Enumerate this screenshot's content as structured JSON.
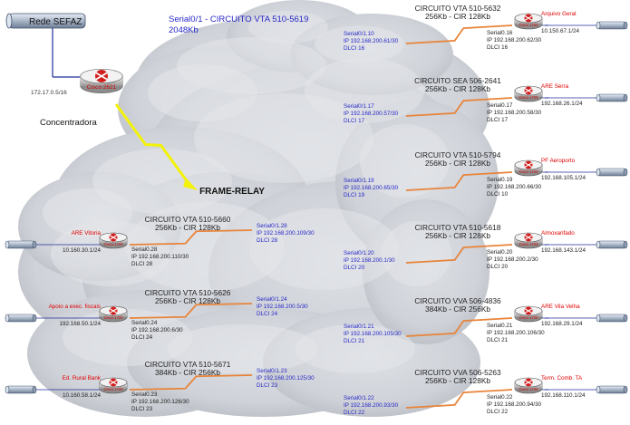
{
  "header": {
    "link_name": "Serial0/1 - CIRCUITO VTA 510-5619",
    "link_speed": "2048Kb"
  },
  "colors": {
    "cloud": "#cdd0d6",
    "router_body": "#ececec",
    "router_label": "#d40000",
    "site_label": "#e00000",
    "blue_text": "#2828c8",
    "black_text": "#222222",
    "circuit_bolt": "#e8843a",
    "uplink_bolt": "#f2f20a",
    "backbone_line": "#1f2f9a"
  },
  "icons": {
    "router": "router-icon",
    "network_segment": "network-cylinder-icon",
    "frame_relay_link": "lightning-bolt-icon"
  },
  "network": {
    "name": "Rede SEFAZ",
    "hub_ip": "172.17.0.5/16",
    "hub_model": "Cisco 2621",
    "hub_role": "Concentradora",
    "cloud_label": "FRAME-RELAY"
  },
  "remotes": [
    {
      "site": "Arquivo Geral",
      "circuit": "CIRCUITO VTA 510-5632",
      "speed": "256Kb - CIR 128Kb",
      "hub_if": "Serial0/1.10",
      "hub_ip": "IP 192.168.200.61/30",
      "hub_dlci": "DLCI 16",
      "rem_if": "Serial0.16",
      "rem_ip": "IP 192.168.200.62/30",
      "rem_dlci": "DLCI 16",
      "lan": "10.150.67.1/24",
      "router": "Cisco 1720"
    },
    {
      "site": "ARE Serra",
      "circuit": "CIRCUITO SEA 506-2641",
      "speed": "256Kb - CIR 128Kb",
      "hub_if": "Serial0/1.17",
      "hub_ip": "IP 192.168.200.57/30",
      "hub_dlci": "DLCI 17",
      "rem_if": "Serial0.17",
      "rem_ip": "IP 192.168.200.58/30",
      "rem_dlci": "DLCI 17",
      "lan": "192.168.26.1/24",
      "router": "Cisco 1720"
    },
    {
      "site": "PF Aeroporto",
      "circuit": "CIRCUITO VTA 510-5794",
      "speed": "256Kb - CIR 128Kb",
      "hub_if": "Serial0/1.19",
      "hub_ip": "IP 192.168.200.65/30",
      "hub_dlci": "DLCI 19",
      "rem_if": "Serial0.19",
      "rem_ip": "IP 192.168.200.66/30",
      "rem_dlci": "DLCI 10",
      "lan": "192.168.105.1/24",
      "router": "Cisco 1720"
    },
    {
      "site": "Almoxarifado",
      "circuit": "CIRCUITO VTA 510-5618",
      "speed": "256Kb - CIR 128Kb",
      "hub_if": "Serial0/1.20",
      "hub_ip": "IP 192.168.200.1/30",
      "hub_dlci": "DLCI 20",
      "rem_if": "Serial0.20",
      "rem_ip": "IP 192.168.200.2/30",
      "rem_dlci": "DLCI 20",
      "lan": "192.168.143.1/24",
      "router": "Cisco 1720"
    },
    {
      "site": "ARE Vila Velha",
      "circuit": "CIRCUITO VVA 506-4836",
      "speed": "384Kb - CIR 256Kb",
      "hub_if": "Serial0/1.21",
      "hub_ip": "IP 192.168.200.105/30",
      "hub_dlci": "DLCI 21",
      "rem_if": "Serial0.21",
      "rem_ip": "IP 192.168.200.106/30",
      "rem_dlci": "DLCI 21",
      "lan": "192.168.29.1/24",
      "router": "Cisco 1720"
    },
    {
      "site": "Term. Comb. TA",
      "circuit": "CIRCUITO VVA 506-5263",
      "speed": "256Kb - CIR 128Kb",
      "hub_if": "Serial0/1.22",
      "hub_ip": "IP 192.168.200.93/30",
      "hub_dlci": "DLCI 22",
      "rem_if": "Serial0.22",
      "rem_ip": "IP 192.168.200.94/30",
      "rem_dlci": "DLCI 22",
      "lan": "192.168.110.1/24",
      "router": "Cisco 1720"
    },
    {
      "site": "ARE Vitoria",
      "circuit": "CIRCUITO VTA 510-5660",
      "speed": "256Kb - CIR 128Kb",
      "hub_if": "Serial0/1.28",
      "hub_ip": "IP 192.168.200.109/30",
      "hub_dlci": "DLCI 28",
      "rem_if": "Serial0.28",
      "rem_ip": "IP 192.168.200.110/30",
      "rem_dlci": "DLCI 28",
      "lan": "10.160.30.1/24",
      "router": "Cisco 1720"
    },
    {
      "site": "Apoio a exec. fiscais",
      "circuit": "CIRCUITO VTA 510-5626",
      "speed": "256Kb - CIR 128Kb",
      "hub_if": "Serial0/1.24",
      "hub_ip": "IP 192.168.200.5/30",
      "hub_dlci": "DLCI 24",
      "rem_if": "Serial0.24",
      "rem_ip": "IP 192.168.200.6/30",
      "rem_dlci": "DLCI 24",
      "lan": "192.168.50.1/24",
      "router": "Cisco 1720"
    },
    {
      "site": "Ed. Rural Bank",
      "circuit": "CIRCUITO VTA 510-5671",
      "speed": "384Kb - CIR 256Kb",
      "hub_if": "Serial0/1.23",
      "hub_ip": "IP 192.168.200.125/30",
      "hub_dlci": "DLCI 23",
      "rem_if": "Serial0.23",
      "rem_ip": "IP 192.168.200.126/30",
      "rem_dlci": "DLCI 23",
      "lan": "10.160.58.1/24",
      "router": "Cisco 1720"
    }
  ]
}
